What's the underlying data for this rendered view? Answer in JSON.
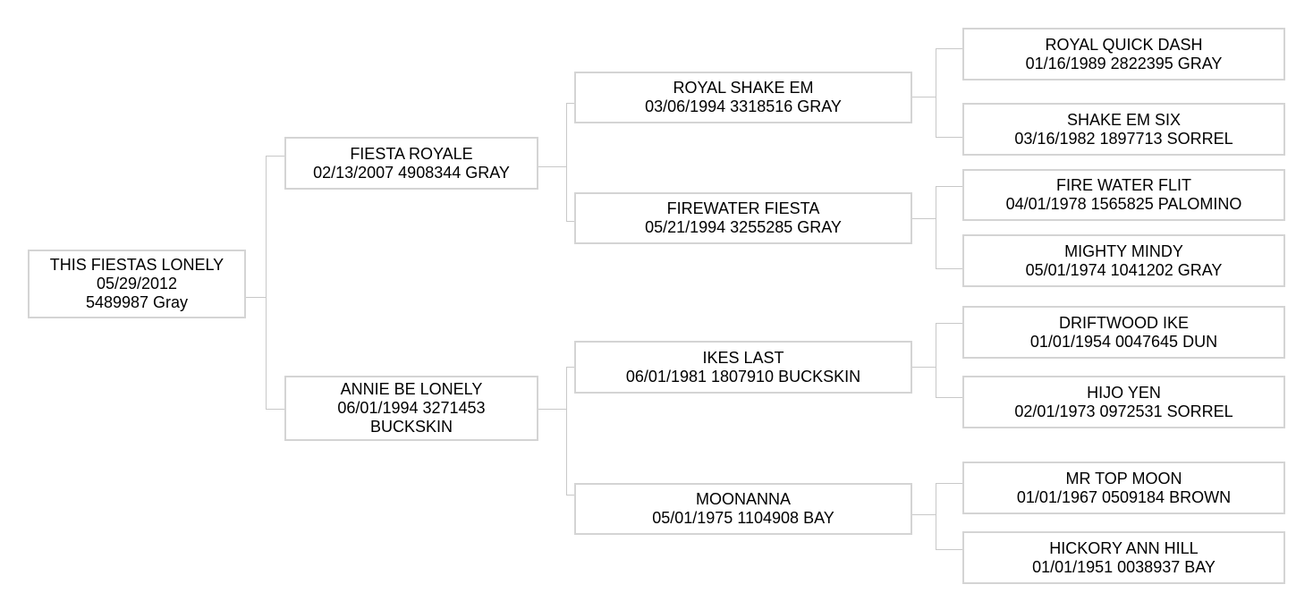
{
  "colors": {
    "box_border": "#d4d4d4",
    "connector": "#c8c8c8",
    "text": "#000000",
    "background": "#ffffff"
  },
  "horse": {
    "name": "THIS FIESTAS LONELY",
    "details": "05/29/2012 5489987 Gray"
  },
  "sire": {
    "name": "FIESTA ROYALE",
    "details": "02/13/2007 4908344 GRAY"
  },
  "dam": {
    "name": "ANNIE BE LONELY",
    "details": "06/01/1994 3271453 BUCKSKIN"
  },
  "sire_sire": {
    "name": "ROYAL SHAKE EM",
    "details": "03/06/1994 3318516 GRAY"
  },
  "sire_dam": {
    "name": "FIREWATER FIESTA",
    "details": "05/21/1994 3255285 GRAY"
  },
  "dam_sire": {
    "name": "IKES LAST",
    "details": "06/01/1981 1807910 BUCKSKIN"
  },
  "dam_dam": {
    "name": "MOONANNA",
    "details": "05/01/1975 1104908 BAY"
  },
  "ss_sire": {
    "name": "ROYAL QUICK DASH",
    "details": "01/16/1989 2822395 GRAY"
  },
  "ss_dam": {
    "name": "SHAKE EM SIX",
    "details": "03/16/1982 1897713 SORREL"
  },
  "sd_sire": {
    "name": "FIRE WATER FLIT",
    "details": "04/01/1978 1565825 PALOMINO"
  },
  "sd_dam": {
    "name": "MIGHTY MINDY",
    "details": "05/01/1974 1041202 GRAY"
  },
  "ds_sire": {
    "name": "DRIFTWOOD IKE",
    "details": "01/01/1954 0047645 DUN"
  },
  "ds_dam": {
    "name": "HIJO YEN",
    "details": "02/01/1973 0972531 SORREL"
  },
  "dd_sire": {
    "name": "MR TOP MOON",
    "details": "01/01/1967 0509184 BROWN"
  },
  "dd_dam": {
    "name": "HICKORY ANN HILL",
    "details": "01/01/1951 0038937 BAY"
  }
}
